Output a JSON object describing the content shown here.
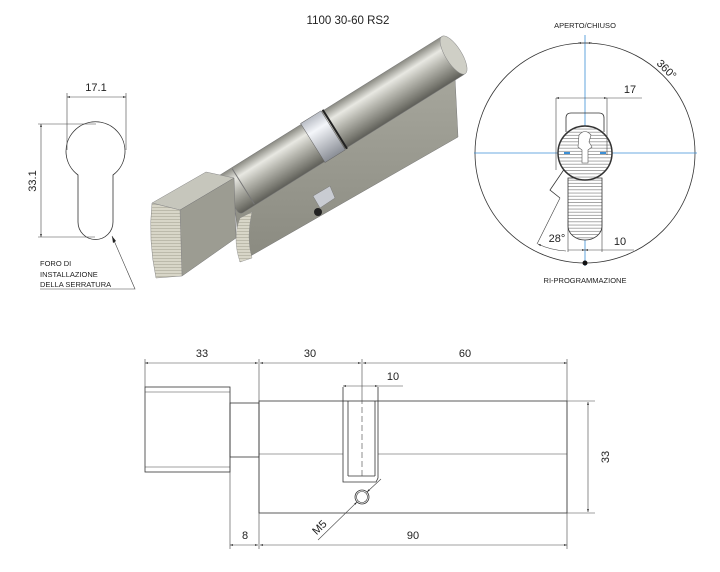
{
  "title": "1100 30-60 RS2",
  "profile": {
    "width_dim": "17.1",
    "height_dim": "33.1",
    "note_lines": [
      "FORO DI",
      "INSTALLAZIONE",
      "DELLA SERRATURA"
    ]
  },
  "rotation_view": {
    "top_label": "APERTO/CHIUSO",
    "bottom_label": "RI-PROGRAMMAZIONE",
    "rotation_dim": "360°",
    "width_dim": "17",
    "lever_dim": "10",
    "angle_dim": "28°"
  },
  "side_view": {
    "knob_length": "33",
    "short_side": "30",
    "long_side": "60",
    "cam_width": "10",
    "height": "33",
    "neck_length": "8",
    "total_length": "90",
    "screw_label": "M5"
  },
  "colors": {
    "centerline": "#3b8fd6",
    "line": "#333333"
  }
}
